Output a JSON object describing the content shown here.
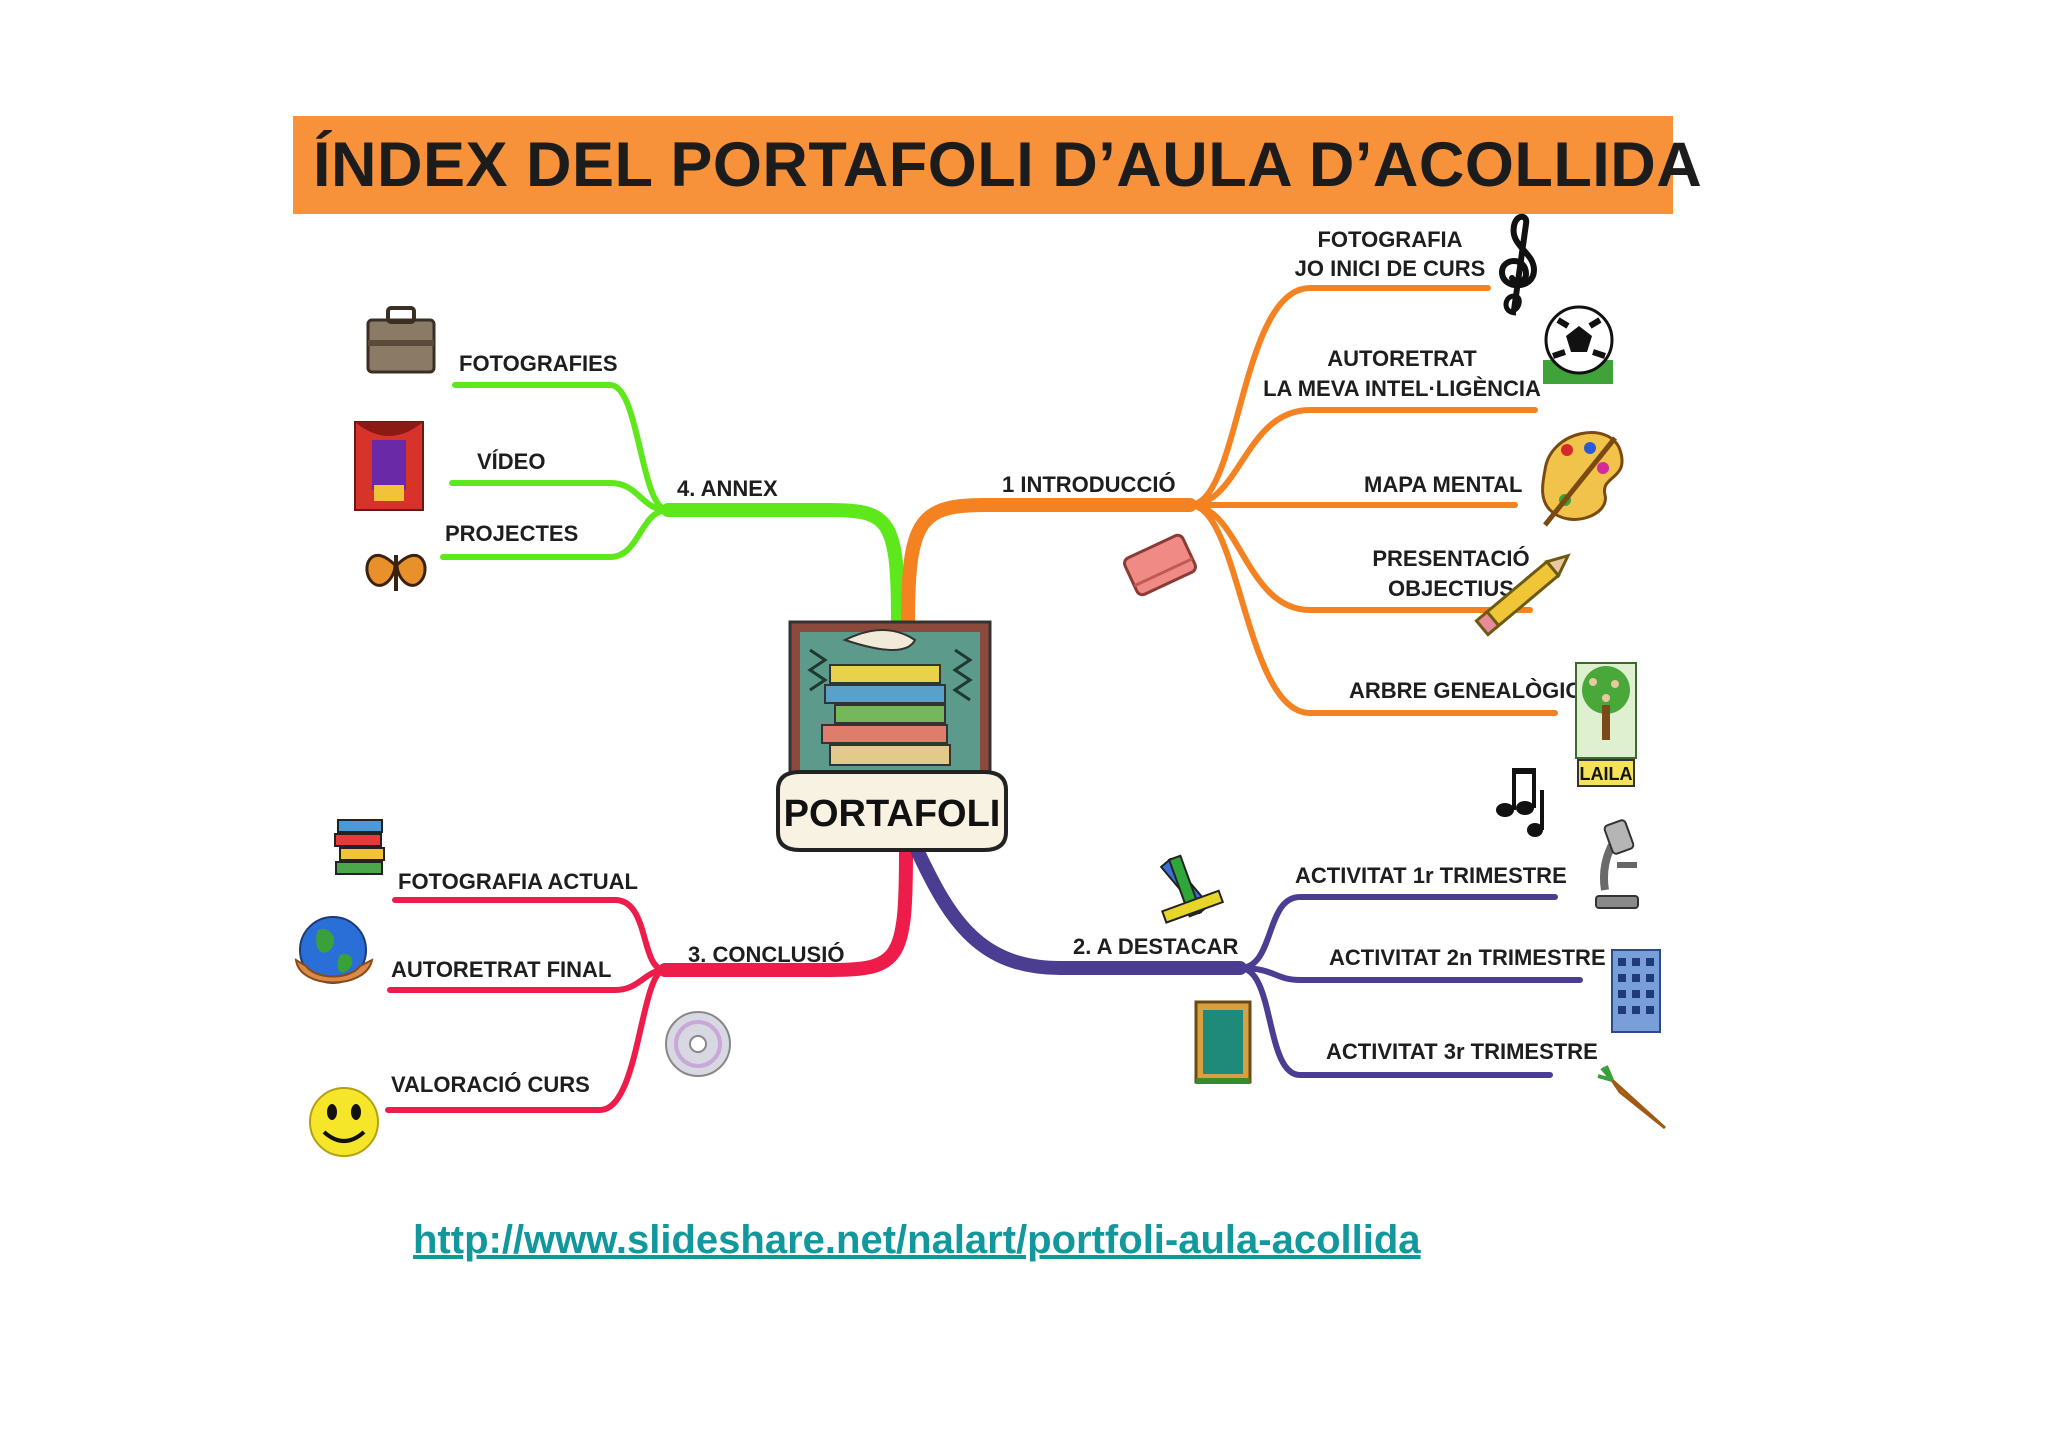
{
  "title": "ÍNDEX DEL PORTAFOLI D’AULA D’ACOLLIDA",
  "center": {
    "label": "PORTAFOLI",
    "icon": "books-stack-icon"
  },
  "colors": {
    "title_bg": "#f7923a",
    "intro": "#f58220",
    "destacar": "#4b3d91",
    "conclusio": "#ee1c4a",
    "annex": "#5ee81c",
    "link": "#12989c"
  },
  "branches": {
    "intro": {
      "label": "1 INTRODUCCIÓ",
      "items": [
        {
          "line1": "FOTOGRAFIA",
          "line2": "JO INICI DE CURS",
          "icon": "treble-clef-icon"
        },
        {
          "line1": "AUTORETRAT",
          "line2": "LA MEVA INTEL·LIGÈNCIA",
          "icon": "soccer-ball-icon"
        },
        {
          "line1": "MAPA MENTAL",
          "icon": "paint-palette-icon"
        },
        {
          "line1": "PRESENTACIÓ",
          "line2": "OBJECTIUS",
          "icon": "pencil-icon"
        },
        {
          "line1": "ARBRE GENEALÒGIC",
          "icon": "family-tree-icon",
          "badge": "LAILA"
        }
      ],
      "extra_icon": "eraser-icon"
    },
    "destacar": {
      "label": "2. A DESTACAR",
      "items": [
        {
          "line1": "ACTIVITAT 1r TRIMESTRE",
          "icon": "microscope-icon"
        },
        {
          "line1": "ACTIVITAT 2n TRIMESTRE",
          "icon": "building-icon"
        },
        {
          "line1": "ACTIVITAT 3r TRIMESTRE",
          "icon": "carrot-icon"
        }
      ],
      "extra_icons": [
        "music-notes-icon",
        "crayons-icon",
        "chalkboard-icon"
      ]
    },
    "conclusio": {
      "label": "3. CONCLUSIÓ",
      "items": [
        {
          "line1": "FOTOGRAFIA ACTUAL",
          "icon": "books-icon"
        },
        {
          "line1": "AUTORETRAT FINAL",
          "icon": "globe-in-hands-icon"
        },
        {
          "line1": "VALORACIÓ CURS",
          "icon": "smiley-face-icon"
        }
      ],
      "extra_icon": "cd-disc-icon"
    },
    "annex": {
      "label": "4. ANNEX",
      "items": [
        {
          "line1": "FOTOGRAFIES",
          "icon": "briefcase-icon"
        },
        {
          "line1": "VÍDEO",
          "icon": "theater-stage-icon"
        },
        {
          "line1": "PROJECTES",
          "icon": "butterfly-icon"
        }
      ]
    }
  },
  "source_url": "http://www.slideshare.net/nalart/portfoli-aula-acollida"
}
